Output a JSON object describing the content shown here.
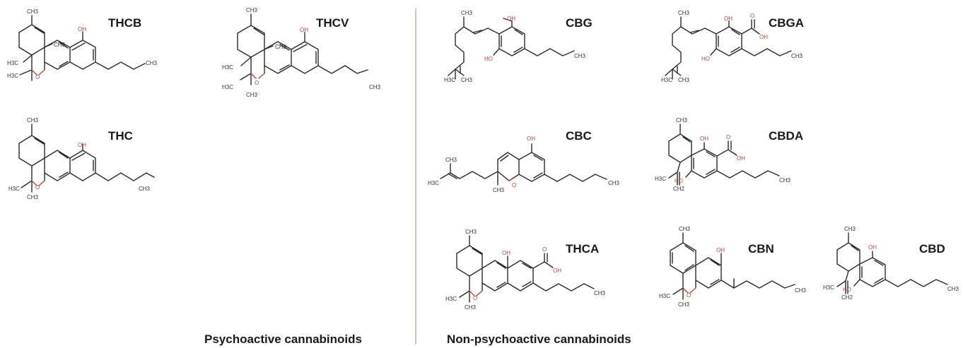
{
  "sections": {
    "psychoactive_label": "Psychoactive cannabinoids",
    "non_psychoactive_label": "Non-psychoactive cannabinoids"
  },
  "colors": {
    "divider": "#d8c4ad",
    "oxygen": "#b3473d",
    "bond": "#2b2b2b"
  },
  "molecules": {
    "thcb": {
      "name": "THCB",
      "ch3_a": "CH3",
      "ch3_b": "CH3",
      "h3c_a": "H3C",
      "h3c_b": "H3C",
      "ch3_tail": "CH3",
      "oh": "OH",
      "o": "O"
    },
    "thcv": {
      "name": "THCV",
      "ch3_a": "CH3",
      "ch3_b": "CH3",
      "h3c_a": "H3C",
      "h3c_b": "H3C",
      "ch3_c": "CH3",
      "ch3_tail": "CH3",
      "oh": "OH",
      "o": "O"
    },
    "thc": {
      "name": "THC",
      "ch3_a": "CH3",
      "h3c_a": "H3C",
      "ch3_b": "CH3",
      "ch3_tail": "CH3",
      "oh": "OH",
      "o": "O"
    },
    "cbg": {
      "name": "CBG",
      "ch3_a": "CH3",
      "h3c_a": "H3C",
      "ch3_b": "CH3",
      "ch3_tail": "CH3",
      "oh_top": "OH",
      "oh_low": "HO"
    },
    "cbga": {
      "name": "CBGA",
      "ch3_a": "CH3",
      "h3c_a": "H3C",
      "ch3_b": "CH3",
      "ch3_tail": "CH3",
      "oh_top": "OH",
      "oh_low": "HO",
      "o": "O",
      "oh_acid": "OH"
    },
    "cbc": {
      "name": "CBC",
      "ch3_a": "CH3",
      "h3c_a": "H3C",
      "ch3_b": "CH3",
      "ch3_tail": "CH3",
      "oh": "OH",
      "o": "O"
    },
    "cbda": {
      "name": "CBDA",
      "ch3_a": "CH3",
      "h3c_a": "H3C",
      "ch2": "CH2",
      "ch3_tail": "CH3",
      "oh_top": "OH",
      "oh_low": "HO",
      "o": "O",
      "oh_acid": "OH"
    },
    "thca": {
      "name": "THCA",
      "ch3_a": "CH3",
      "h3c_a": "H3C",
      "ch3_b": "CH3",
      "ch3_tail": "CH3",
      "oh": "OH",
      "o": "O",
      "o_acid": "O",
      "oh_acid": "OH"
    },
    "cbn": {
      "name": "CBN",
      "ch3_a": "CH3",
      "h3c_a": "H3C",
      "ch3_b": "CH3",
      "ch3_tail": "CH3",
      "oh": "OH",
      "o": "O"
    },
    "cbd": {
      "name": "CBD",
      "ch3_a": "CH3",
      "h3c_a": "H3C",
      "ch2": "CH2",
      "ch3_tail": "CH3",
      "oh_top": "OH",
      "oh_low": "HO"
    }
  }
}
